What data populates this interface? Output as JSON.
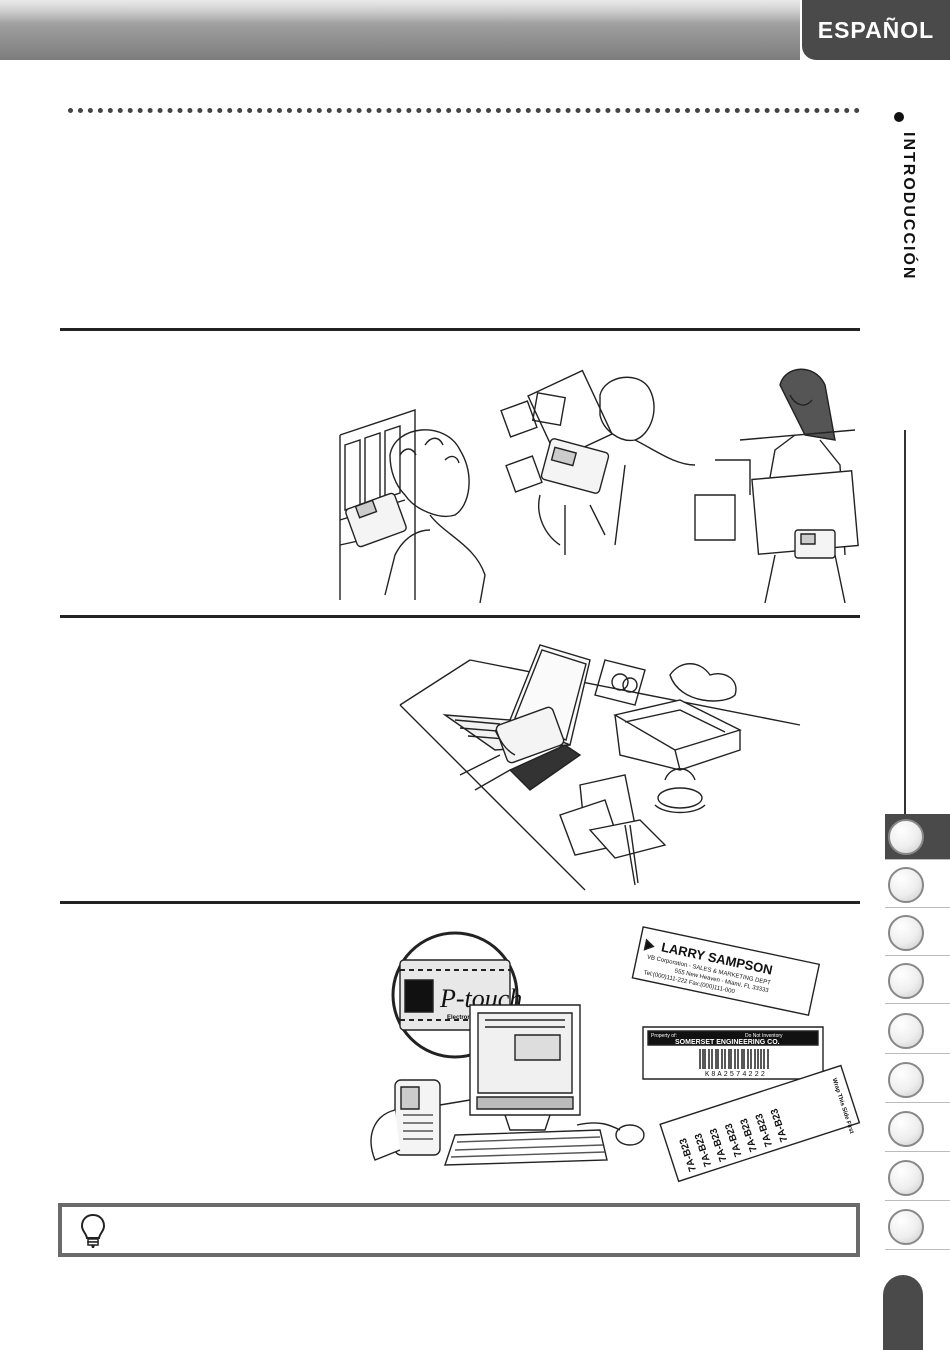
{
  "header": {
    "language_tab": "ESPAÑOL"
  },
  "sidebar": {
    "section_label": "INTRODUCCIÓN",
    "chapter_tabs": [
      {
        "state": "active"
      },
      {
        "state": "inactive"
      },
      {
        "state": "inactive"
      },
      {
        "state": "inactive"
      },
      {
        "state": "inactive"
      },
      {
        "state": "inactive"
      },
      {
        "state": "inactive"
      },
      {
        "state": "inactive"
      },
      {
        "state": "inactive"
      }
    ]
  },
  "illustrations": {
    "row3_label_1": {
      "line1": "LARRY SAMPSON",
      "line2": "VB Corporation - SALES & MARKETING DEPT",
      "line3": "555 New Heaven - Miami, FL 33333",
      "line4": "Tel:(000)111-222   Fax:(000)111-000"
    },
    "row3_label_2": {
      "header_left": "Property of:",
      "header_right": "Do Not Inventory",
      "title": "SOMERSET ENGINEERING CO.",
      "code": "K8A2574222"
    },
    "row3_label_3": {
      "code": "7A-B23",
      "side_text": "Wrap This Side First"
    },
    "row3_monitor_logo": {
      "brand": "P-touch",
      "subtitle": "Electronic Stationery"
    }
  },
  "hint": {
    "icon": "lightbulb-icon"
  }
}
